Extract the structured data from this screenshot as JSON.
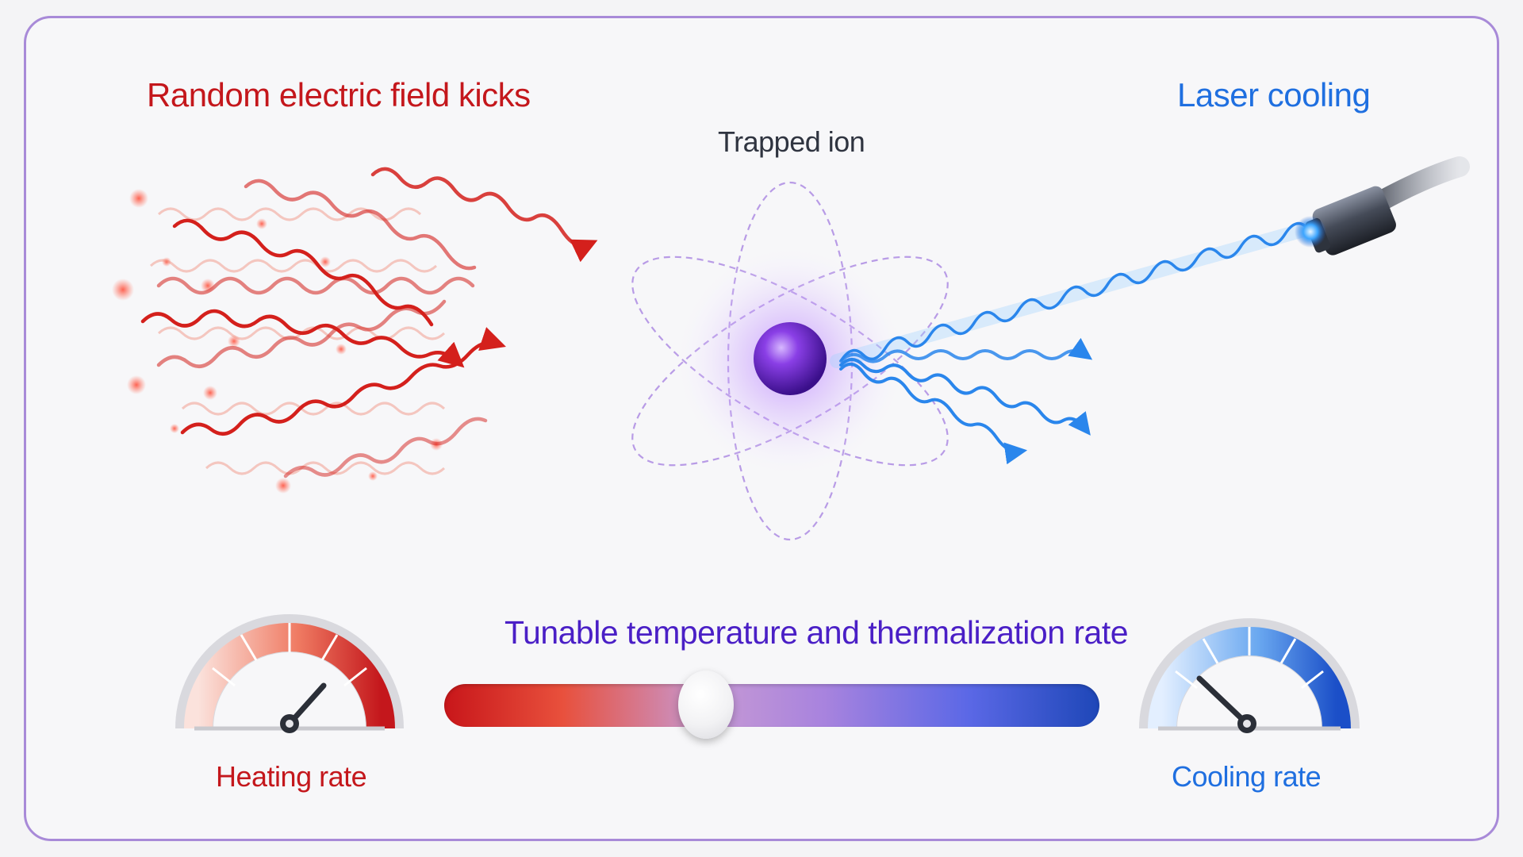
{
  "labels": {
    "heating_source": "Random electric field kicks",
    "cooling_source": "Laser cooling",
    "ion": "Trapped ion",
    "control": "Tunable temperature and thermalization rate",
    "heating_gauge": "Heating rate",
    "cooling_gauge": "Cooling rate"
  },
  "slider": {
    "value_fraction": 0.4
  },
  "gauges": {
    "heating": {
      "level_fraction": 0.8
    },
    "cooling": {
      "level_fraction": 0.2
    }
  },
  "colors": {
    "heat": "#c4171c",
    "cool": "#1f6fe0",
    "ion": "#6a2fd0",
    "frame": "#a88ad8"
  },
  "icons": [
    "wavy-arrow-icon",
    "atom-orbit-icon",
    "laser-emitter-icon",
    "gauge-icon",
    "slider-thumb-icon"
  ]
}
